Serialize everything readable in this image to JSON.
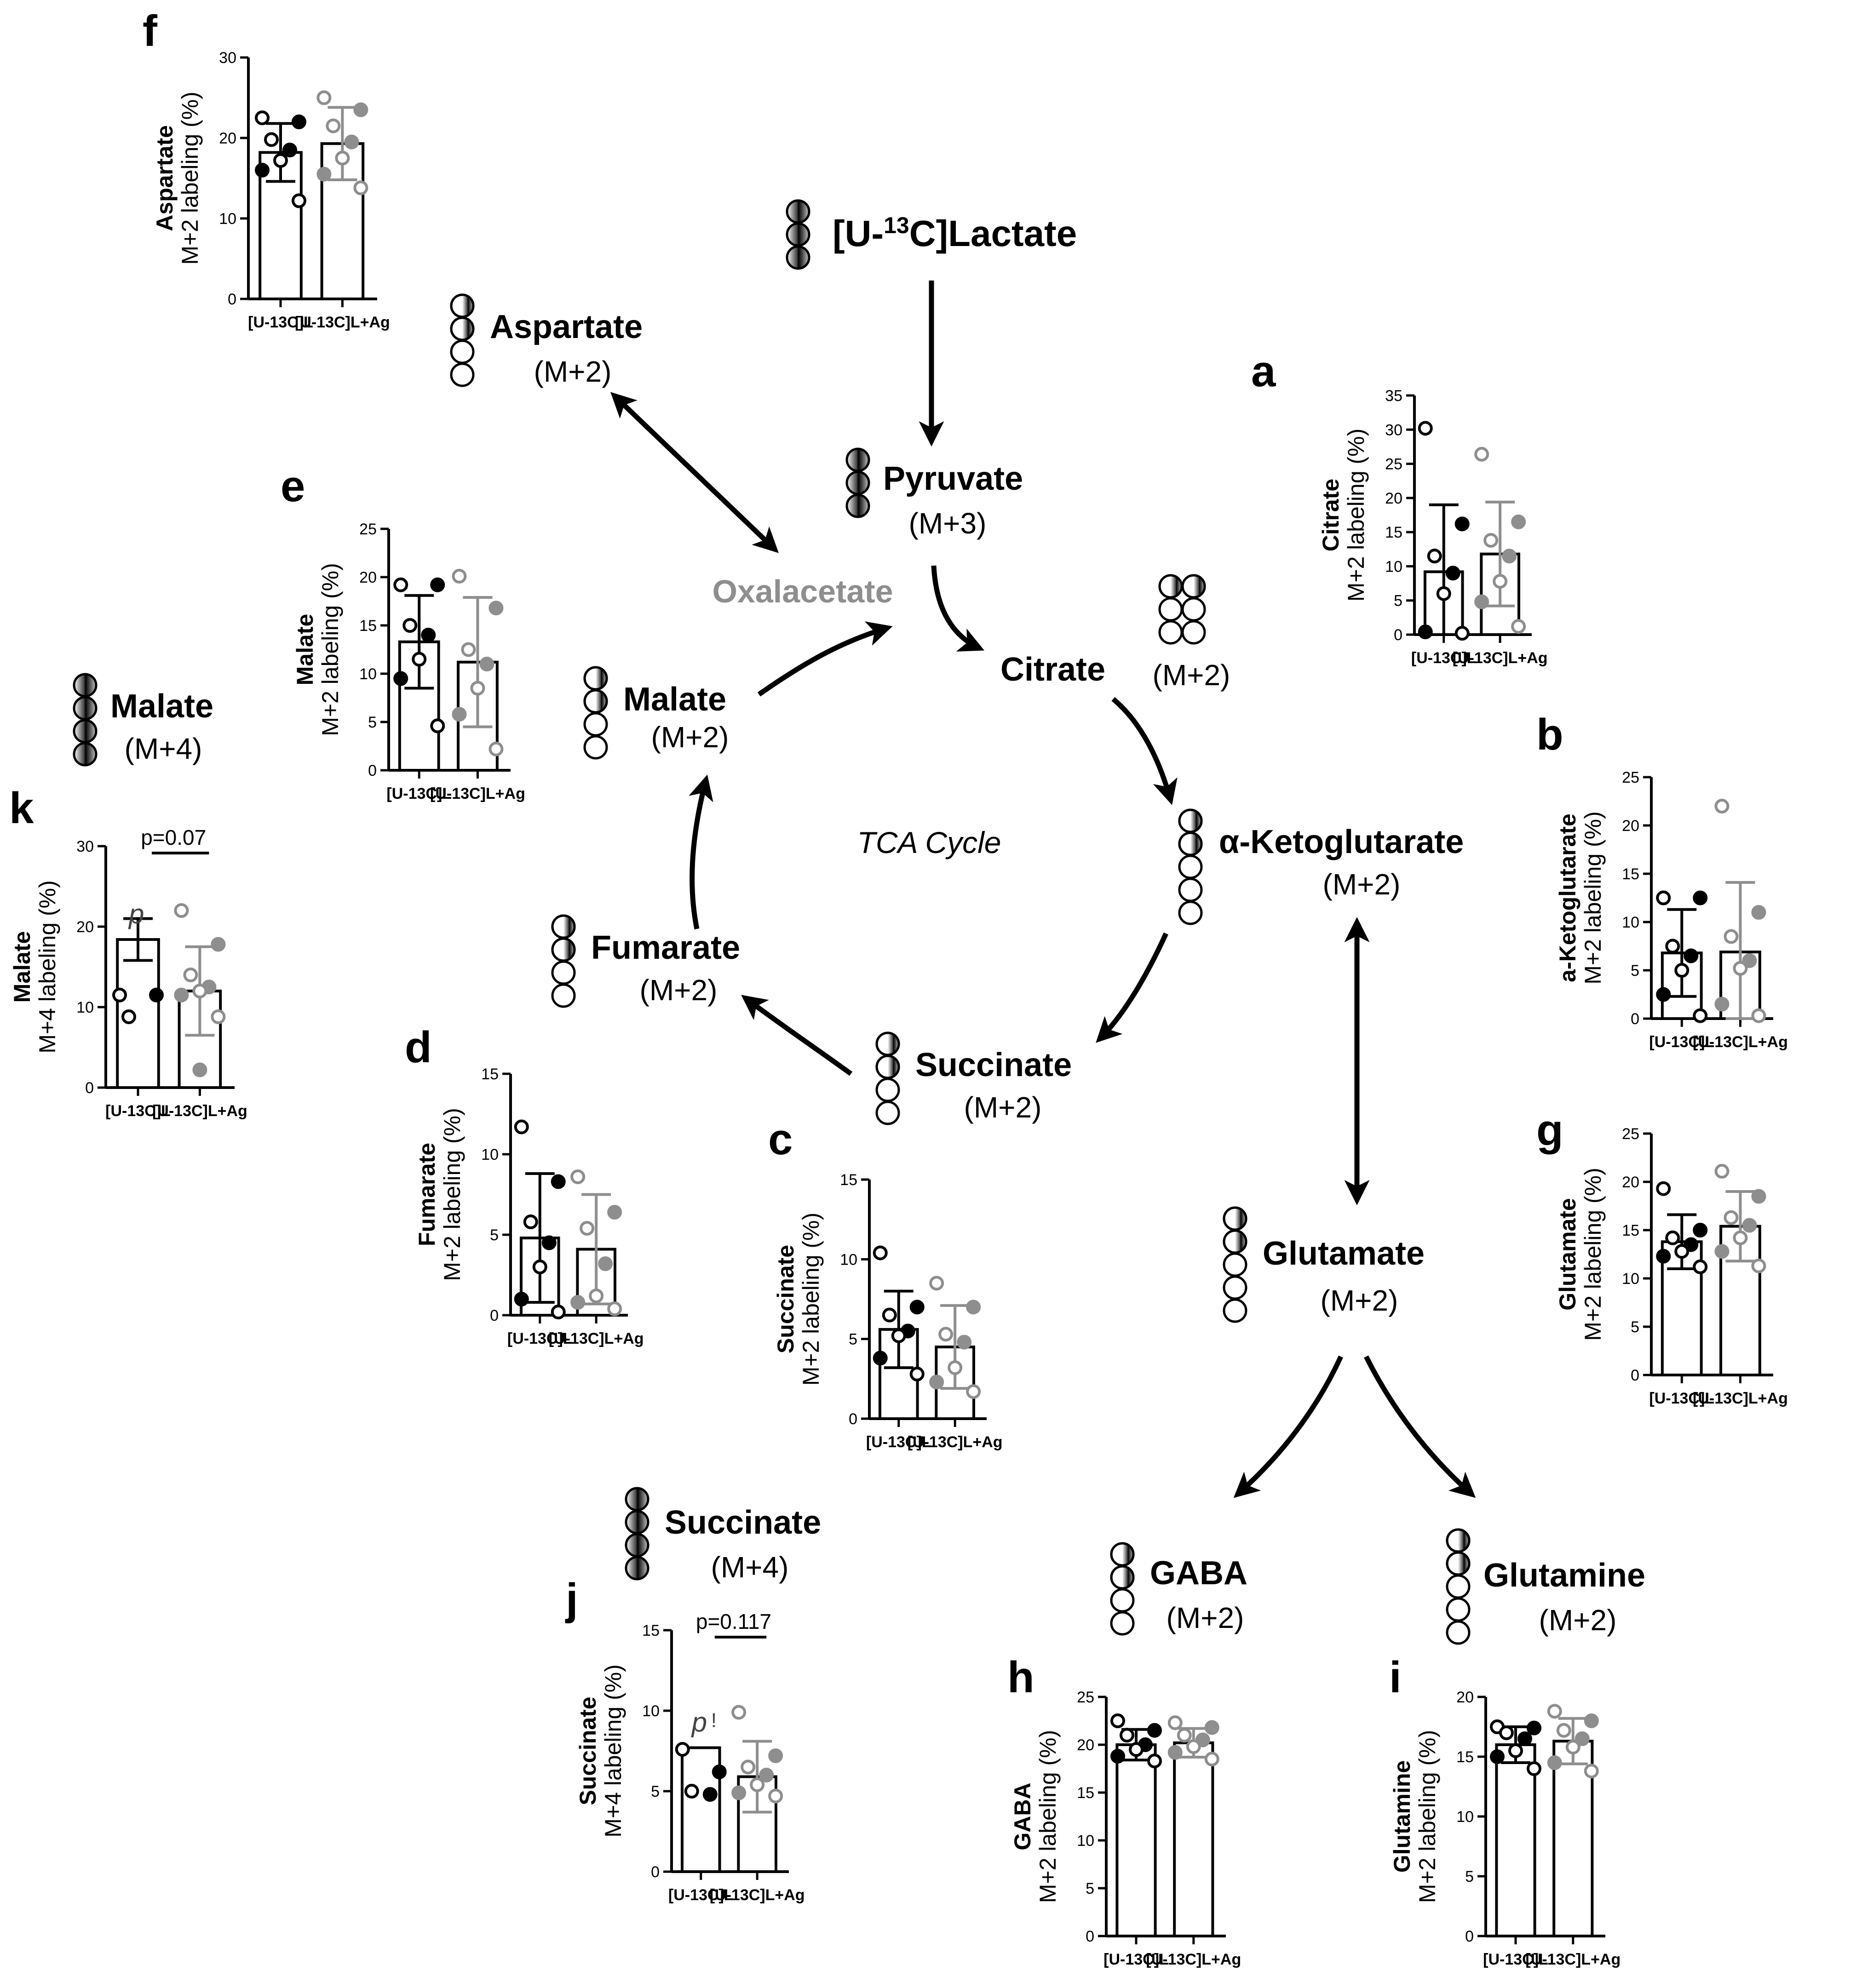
{
  "diagram": {
    "center_label": "TCA Cycle",
    "oxalacetate": "Oxalacetate",
    "lactate": {
      "pre": "[U-",
      "sup": "13",
      "post": "C]Lactate"
    },
    "metabolites": [
      {
        "id": "pyruvate",
        "name": "Pyruvate",
        "mass": "(M+3)",
        "dots": "3full"
      },
      {
        "id": "citrate",
        "name": "Citrate",
        "mass": "(M+2)",
        "dots": "grid"
      },
      {
        "id": "akg",
        "name": "α-Ketoglutarate",
        "mass": "(M+2)",
        "dots": "5x2"
      },
      {
        "id": "succinate",
        "name": "Succinate",
        "mass": "(M+2)",
        "dots": "4x2"
      },
      {
        "id": "fumarate",
        "name": "Fumarate",
        "mass": "(M+2)",
        "dots": "4x2"
      },
      {
        "id": "malate",
        "name": "Malate",
        "mass": "(M+2)",
        "dots": "4x2"
      },
      {
        "id": "aspartate",
        "name": "Aspartate",
        "mass": "(M+2)",
        "dots": "4x2"
      },
      {
        "id": "glutamate",
        "name": "Glutamate",
        "mass": "(M+2)",
        "dots": "5x2"
      },
      {
        "id": "gaba",
        "name": "GABA",
        "mass": "(M+2)",
        "dots": "4x2"
      },
      {
        "id": "glutamine",
        "name": "Glutamine",
        "mass": "(M+2)",
        "dots": "5x2"
      },
      {
        "id": "malate4",
        "name": "Malate",
        "mass": "(M+4)",
        "dots": "4full"
      },
      {
        "id": "succinate4",
        "name": "Succinate",
        "mass": "(M+4)",
        "dots": "4full"
      }
    ]
  },
  "chart_data": [
    {
      "panel": "a",
      "type": "bar",
      "ylabel_1": "Citrate",
      "ylabel_2": "M+2 labeling (%)",
      "ylim": [
        0,
        35
      ],
      "ticks": [
        0,
        5,
        10,
        15,
        20,
        25,
        30,
        35
      ],
      "categories": [
        "[U-13C]L",
        "[U-13C]L+Ag"
      ],
      "values": [
        9.2,
        11.8
      ],
      "sd": [
        9.8,
        7.6
      ],
      "points": [
        [
          30.2,
          16.2,
          11.5,
          9,
          6,
          0.4,
          0.2
        ],
        [
          26.4,
          16.5,
          13.8,
          11.5,
          7.8,
          4.8,
          1.2
        ]
      ]
    },
    {
      "panel": "b",
      "type": "bar",
      "ylabel_1": "a-Ketoglutarate",
      "ylabel_2": "M+2 labeling (%)",
      "ylim": [
        0,
        25
      ],
      "ticks": [
        0,
        5,
        10,
        15,
        20,
        25
      ],
      "categories": [
        "[U-13C]L",
        "[U-13C]L+Ag"
      ],
      "values": [
        6.8,
        6.9
      ],
      "sd": [
        4.5,
        7.2
      ],
      "points": [
        [
          12.5,
          12.5,
          7.5,
          6.5,
          5,
          2.5,
          0.3
        ],
        [
          22,
          11,
          8.5,
          6,
          5.2,
          1.5,
          0.3
        ]
      ]
    },
    {
      "panel": "c",
      "type": "bar",
      "ylabel_1": "Succinate",
      "ylabel_2": "M+2 labeling (%)",
      "ylim": [
        0,
        15
      ],
      "ticks": [
        0,
        5,
        10,
        15
      ],
      "categories": [
        "[U-13C]L",
        "[U-13C]L+Ag"
      ],
      "values": [
        5.6,
        4.5
      ],
      "sd": [
        2.4,
        2.6
      ],
      "points": [
        [
          10.4,
          7,
          6.5,
          5.5,
          5.2,
          3.8,
          2.8
        ],
        [
          8.5,
          7,
          5.3,
          4.8,
          3.2,
          2.3,
          1.7
        ]
      ]
    },
    {
      "panel": "d",
      "type": "bar",
      "ylabel_1": "Fumarate",
      "ylabel_2": "M+2 labeling (%)",
      "ylim": [
        0,
        15
      ],
      "ticks": [
        0,
        5,
        10,
        15
      ],
      "categories": [
        "[U-13C]L",
        "[U-13C]L+Ag"
      ],
      "values": [
        4.8,
        4.1
      ],
      "sd": [
        4.0,
        3.4
      ],
      "points": [
        [
          11.7,
          8.3,
          5.8,
          4.5,
          3,
          1,
          0.2
        ],
        [
          8.6,
          6.4,
          5.4,
          3.2,
          1.2,
          0.8,
          0.4
        ]
      ]
    },
    {
      "panel": "e",
      "type": "bar",
      "ylabel_1": "Malate",
      "ylabel_2": "M+2 labeling (%)",
      "ylim": [
        0,
        25
      ],
      "ticks": [
        0,
        5,
        10,
        15,
        20,
        25
      ],
      "categories": [
        "[U-13C]L",
        "[U-13C]L+Ag"
      ],
      "values": [
        13.3,
        11.2
      ],
      "sd": [
        4.8,
        6.7
      ],
      "points": [
        [
          19.2,
          19.2,
          15,
          14,
          11.5,
          9.5,
          4.6
        ],
        [
          20.1,
          16.8,
          12.5,
          11,
          8.5,
          5.8,
          2.2
        ]
      ]
    },
    {
      "panel": "f",
      "type": "bar",
      "ylabel_1": "Aspartate",
      "ylabel_2": "M+2 labeling (%)",
      "ylim": [
        0,
        30
      ],
      "ticks": [
        0,
        10,
        20,
        30
      ],
      "categories": [
        "[U-13C]L",
        "[U-13C]L+Ag"
      ],
      "values": [
        18.2,
        19.3
      ],
      "sd": [
        3.6,
        4.5
      ],
      "points": [
        [
          22.5,
          22,
          19.8,
          18.5,
          17.2,
          16,
          12.2
        ],
        [
          25,
          23.5,
          21.5,
          19.5,
          17.5,
          15.5,
          13.8
        ]
      ]
    },
    {
      "panel": "g",
      "type": "bar",
      "ylabel_1": "Glutamate",
      "ylabel_2": "M+2 labeling (%)",
      "ylim": [
        0,
        25
      ],
      "ticks": [
        0,
        5,
        10,
        15,
        20,
        25
      ],
      "categories": [
        "[U-13C]L",
        "[U-13C]L+Ag"
      ],
      "values": [
        13.8,
        15.4
      ],
      "sd": [
        2.8,
        3.6
      ],
      "points": [
        [
          19.3,
          15,
          14.2,
          13.5,
          12.8,
          12.3,
          11.2
        ],
        [
          21.1,
          18.5,
          16.3,
          15.5,
          14.2,
          12.8,
          11.3
        ]
      ]
    },
    {
      "panel": "h",
      "type": "bar",
      "ylabel_1": "GABA",
      "ylabel_2": "M+2 labeling (%)",
      "ylim": [
        0,
        25
      ],
      "ticks": [
        0,
        5,
        10,
        15,
        20,
        25
      ],
      "categories": [
        "[U-13C]L",
        "[U-13C]L+Ag"
      ],
      "values": [
        20.0,
        20.2
      ],
      "sd": [
        1.6,
        1.5
      ],
      "points": [
        [
          22.5,
          21.5,
          21,
          20,
          19.5,
          18.8,
          18.3
        ],
        [
          22.3,
          21.8,
          21,
          20.5,
          19.8,
          19.2,
          18.5
        ]
      ]
    },
    {
      "panel": "i",
      "type": "bar",
      "ylabel_1": "Glutamine",
      "ylabel_2": "M+2 labeling (%)",
      "ylim": [
        0,
        20
      ],
      "ticks": [
        0,
        5,
        10,
        15,
        20
      ],
      "categories": [
        "[U-13C]L",
        "[U-13C]L+Ag"
      ],
      "values": [
        16.0,
        16.3
      ],
      "sd": [
        1.5,
        1.9
      ],
      "points": [
        [
          17.5,
          17.4,
          17,
          16.5,
          15.5,
          15,
          14
        ],
        [
          18.8,
          18,
          17.2,
          16.5,
          15.8,
          14.5,
          13.8
        ]
      ]
    },
    {
      "panel": "j",
      "type": "bar",
      "ylabel_1": "Succinate",
      "ylabel_2": "M+4 labeling (%)",
      "ylim": [
        0,
        15
      ],
      "ticks": [
        0,
        5,
        10,
        15
      ],
      "categories": [
        "[U-13C]L",
        "[U-13C]L+Ag"
      ],
      "values": [
        7.7,
        5.9
      ],
      "sd": [
        0,
        2.2
      ],
      "points": [
        [
          7.6,
          6.2,
          5,
          4.8
        ],
        [
          9.9,
          7.2,
          6.5,
          6,
          5.4,
          4.9,
          4.7
        ]
      ],
      "pvalue": "p=0.117",
      "letter": "p",
      "letter_tail": "!"
    },
    {
      "panel": "k",
      "type": "bar",
      "ylabel_1": "Malate",
      "ylabel_2": "M+4 labeling (%)",
      "ylim": [
        0,
        30
      ],
      "ticks": [
        0,
        10,
        20,
        30
      ],
      "categories": [
        "[U-13C]L",
        "[U-13C]L+Ag"
      ],
      "values": [
        18.4,
        12.0
      ],
      "sd": [
        2.6,
        5.5
      ],
      "points": [
        [
          11.5,
          11.5,
          8.8
        ],
        [
          22,
          17.8,
          14,
          12.5,
          12,
          11.5,
          8.8,
          2.2
        ]
      ],
      "pvalue": "p=0.07",
      "letter": "p"
    }
  ]
}
